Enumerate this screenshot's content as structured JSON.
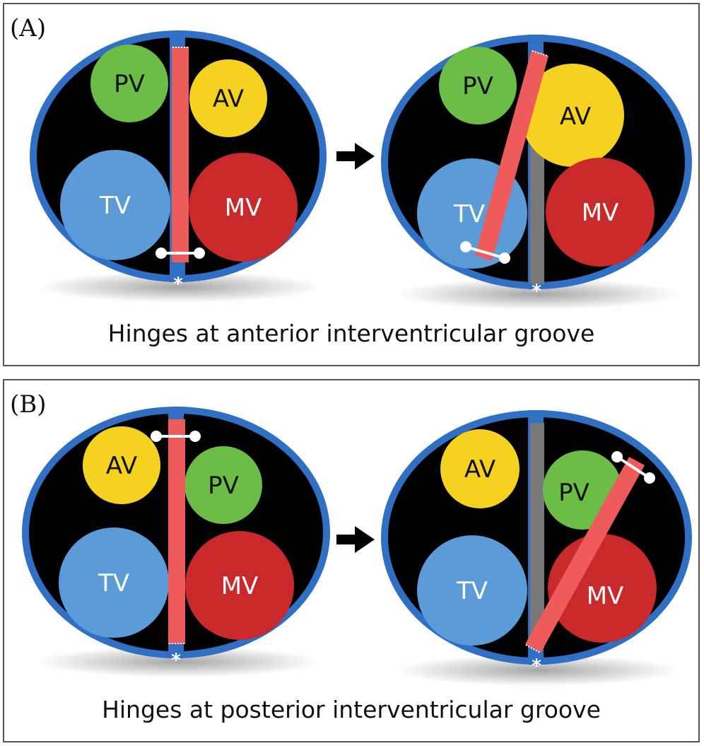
{
  "panels": [
    {
      "label": "(A)",
      "caption": "Hinges at anterior interventricular groove",
      "before": {
        "valves": [
          "PV",
          "AV",
          "TV",
          "MV"
        ]
      },
      "after": {
        "valves": [
          "PV",
          "AV",
          "TV",
          "MV"
        ]
      }
    },
    {
      "label": "(B)",
      "caption": "Hinges at posterior interventricular groove",
      "before": {
        "valves": [
          "AV",
          "PV",
          "TV",
          "MV"
        ]
      },
      "after": {
        "valves": [
          "AV",
          "PV",
          "TV",
          "MV"
        ]
      }
    }
  ],
  "hinge_marker": "*",
  "colors": {
    "ring": "#2f6fc4",
    "interior": "#000000",
    "septum": "#ee5b5b",
    "septum_ghost": "#777777",
    "PV": "#6cbd45",
    "AV": "#f4d21f",
    "TV": "#5b9bd8",
    "MV": "#c9292a",
    "valve_text": "#111111",
    "valve_text_light": "#ffffff"
  }
}
